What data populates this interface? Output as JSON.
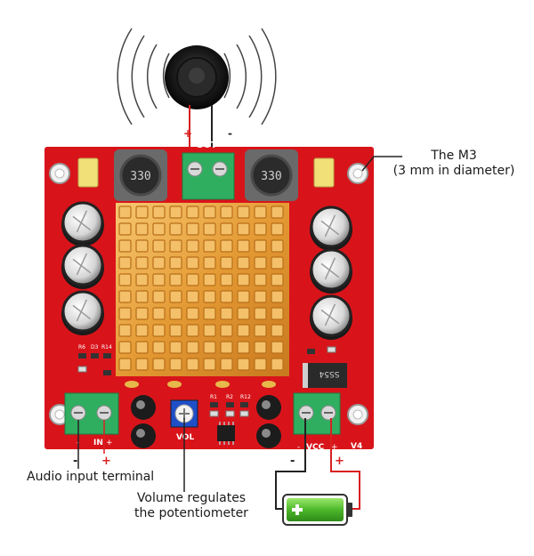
{
  "board": {
    "out_label": "OUT",
    "in_label": "IN",
    "vcc_label": "VCC",
    "vol_label": "VOL",
    "version_label": "V4",
    "inductor_left": "330",
    "inductor_right": "330",
    "diode_label": "SS54",
    "resistor_labels": [
      "R6",
      "D3",
      "R14",
      "R1",
      "R2",
      "R12"
    ],
    "polarity_plus": "+",
    "polarity_minus": "-"
  },
  "annotations": {
    "m3_line1": "The M3",
    "m3_line2": "(3 mm in diameter)",
    "audio_input": "Audio input terminal",
    "volume_line1": "Volume regulates",
    "volume_line2": "the potentiometer"
  },
  "colors": {
    "pcb_red": "#d8141a",
    "heatsink_gold": "#e8a03a",
    "terminal_green": "#2fae60",
    "wire_red": "#d82020",
    "battery_green": "#5ac832"
  }
}
